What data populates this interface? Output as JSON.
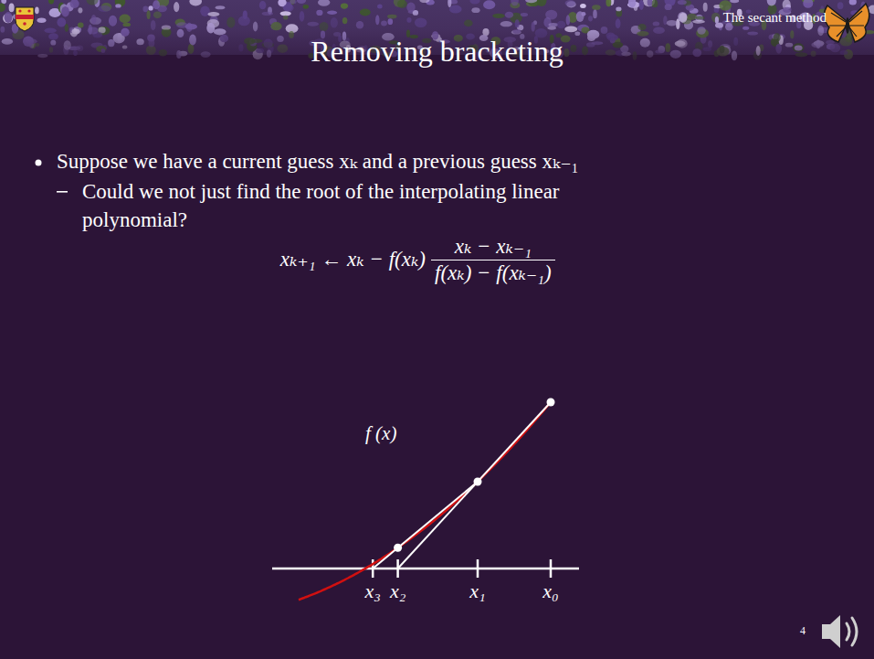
{
  "diagram": {
    "title": "Removing bracketing",
    "labels": [
      "The secant method",
      "Suppose we have a current guess xₖ and a previous guess xₖ₋₁",
      "Could we not just find the root of the interpolating linear polynomial?",
      "xₖ₊₁ ← xₖ − f(xₖ)",
      "xₖ − xₖ₋₁",
      "f(xₖ) − f(xₖ₋₁)",
      "f (x)",
      "x₃",
      "x₂",
      "x₁",
      "x₀",
      "4"
    ]
  }
}
